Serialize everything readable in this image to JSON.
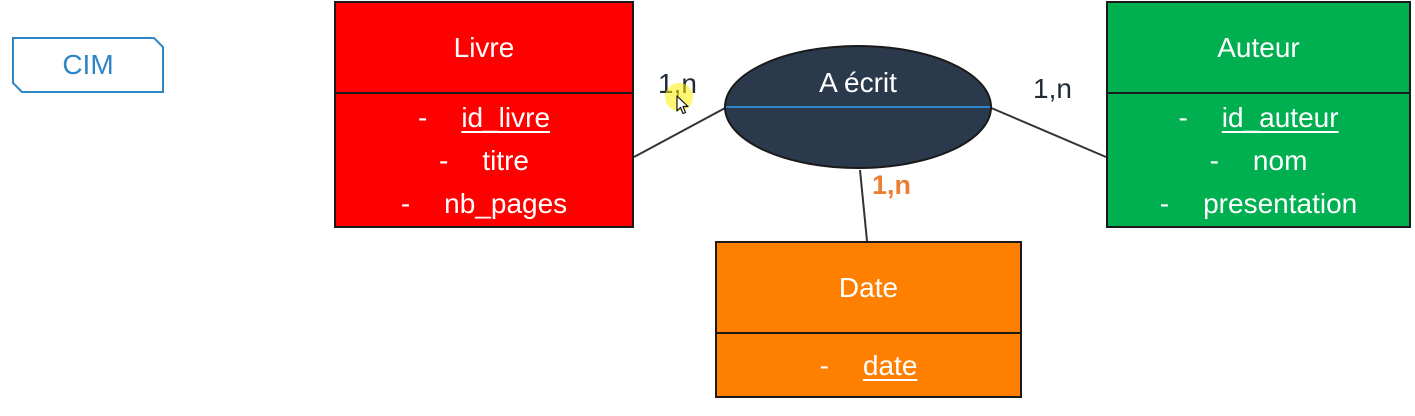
{
  "tag": {
    "label": "CIM"
  },
  "entities": {
    "livre": {
      "title": "Livre",
      "attributes": [
        {
          "dash": "-",
          "name": "id_livre",
          "key": true
        },
        {
          "dash": "-",
          "name": "titre",
          "key": false
        },
        {
          "dash": "-",
          "name": "nb_pages",
          "key": false
        }
      ]
    },
    "auteur": {
      "title": "Auteur",
      "attributes": [
        {
          "dash": "-",
          "name": "id_auteur",
          "key": true
        },
        {
          "dash": "-",
          "name": "nom",
          "key": false
        },
        {
          "dash": "-",
          "name": "presentation",
          "key": false
        }
      ]
    },
    "date": {
      "title": "Date",
      "attributes": [
        {
          "dash": "-",
          "name": "date",
          "key": true
        }
      ]
    }
  },
  "association": {
    "label": "A écrit"
  },
  "cardinalities": {
    "livre": "1,n",
    "auteur": "1,n",
    "date": "1,n"
  },
  "colors": {
    "livre": "#ff0000",
    "auteur": "#00b050",
    "date": "#ff8000",
    "association": "#2a3a4c",
    "tag_border": "#2e86c7",
    "date_cardinality": "#ed7d31"
  }
}
